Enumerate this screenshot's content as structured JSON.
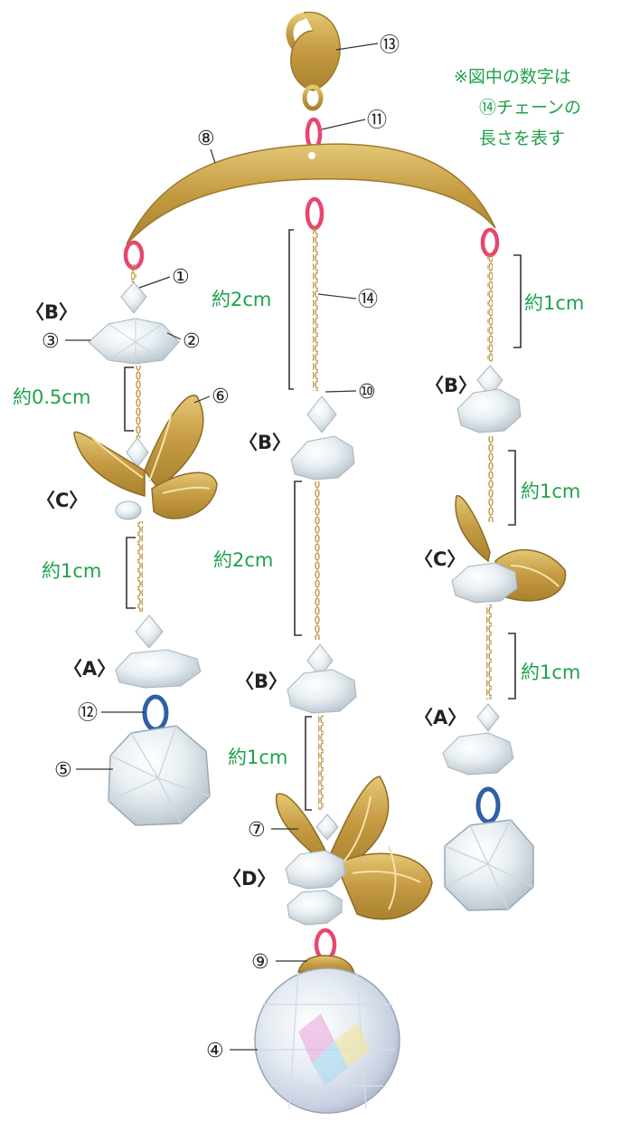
{
  "note": {
    "line1": "※図中の数字は",
    "line2": "⑭チェーンの",
    "line3": "長さを表す"
  },
  "parts": {
    "p1": "①",
    "p2": "②",
    "p3": "③",
    "p4": "④",
    "p5": "⑤",
    "p6": "⑥",
    "p7": "⑦",
    "p8": "⑧",
    "p9": "⑨",
    "p10": "⑩",
    "p11": "⑪",
    "p12": "⑫",
    "p13": "⑬",
    "p14": "⑭"
  },
  "groups": {
    "a": "〈A〉",
    "b": "〈B〉",
    "c": "〈C〉",
    "d": "〈D〉"
  },
  "measures": {
    "m05": "約0.5cm",
    "m1": "約1cm",
    "m2": "約2cm"
  },
  "colors": {
    "gold": "#c9a54d",
    "pink_ring": "#e8466e",
    "blue_ring": "#2f5fa8",
    "measure_text": "#1fa24a"
  }
}
